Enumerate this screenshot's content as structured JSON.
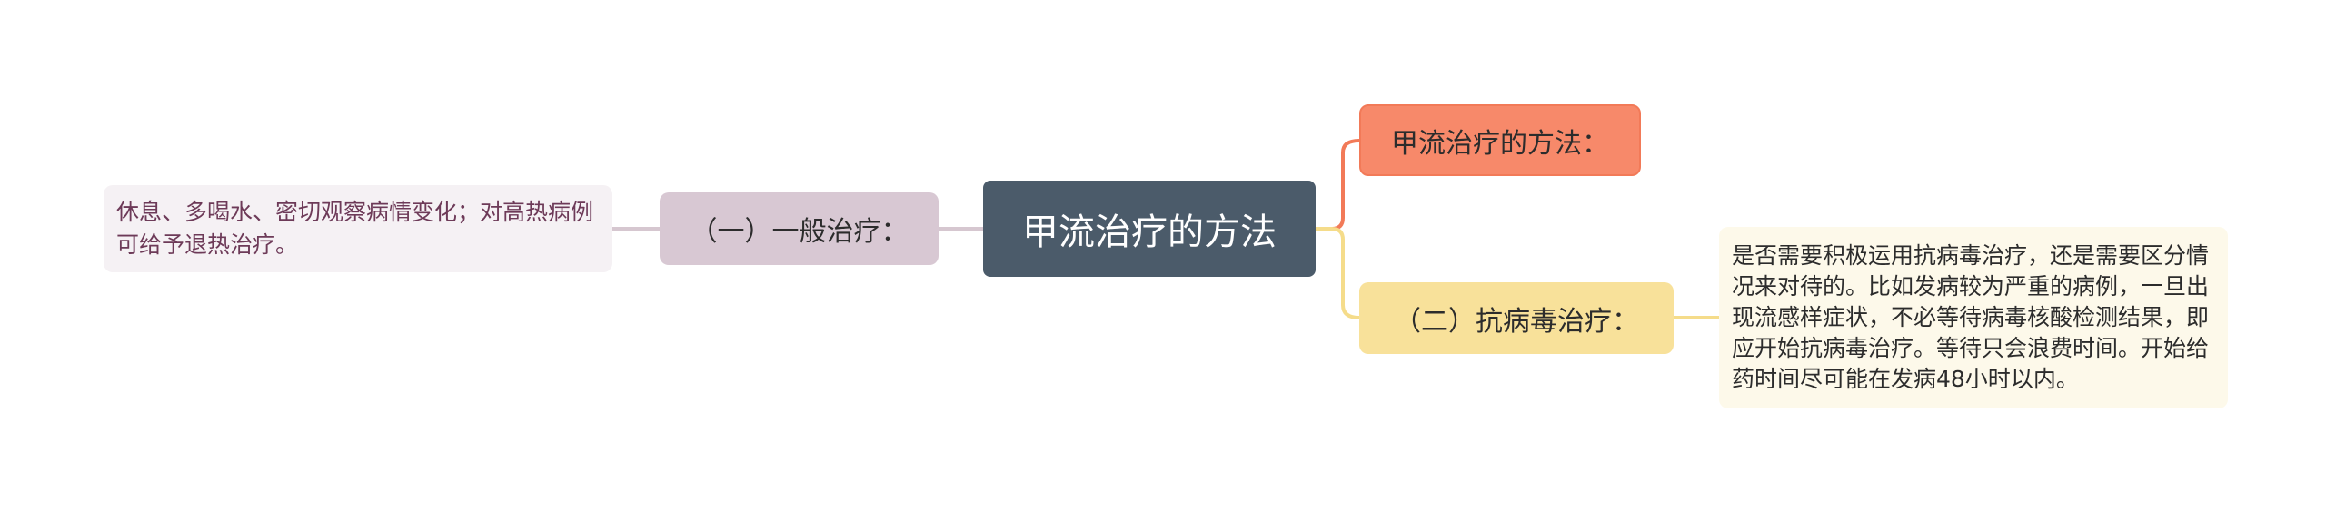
{
  "root": {
    "label": "甲流治疗的方法"
  },
  "branches": {
    "top_right": {
      "label": "甲流治疗的方法："
    },
    "bottom_right": {
      "label": "（二）抗病毒治疗：",
      "detail": "是否需要积极运用抗病毒治疗，还是需要区分情况来对待的。比如发病较为严重的病例，一旦出现流感样症状，不必等待病毒核酸检测结果，即应开始抗病毒治疗。等待只会浪费时间。开始给药时间尽可能在发病48小时以内。"
    },
    "left": {
      "label": "（一）一般治疗：",
      "detail": "休息、多喝水、密切观察病情变化；对高热病例可给予退热治疗。"
    }
  },
  "colors": {
    "root_fill": "#4b5b6a",
    "red_fill": "#f7896a",
    "red_line": "#f27a58",
    "yellow_fill": "#f8e19a",
    "yellow_line": "#f5dc8a",
    "purple_fill": "#d8c8d3",
    "purple_line": "#d6c7d0",
    "leaf_purple_fill": "#f5f1f4",
    "leaf_purple_text": "#6d3a58",
    "leaf_yellow_fill": "#fdf9ea"
  }
}
